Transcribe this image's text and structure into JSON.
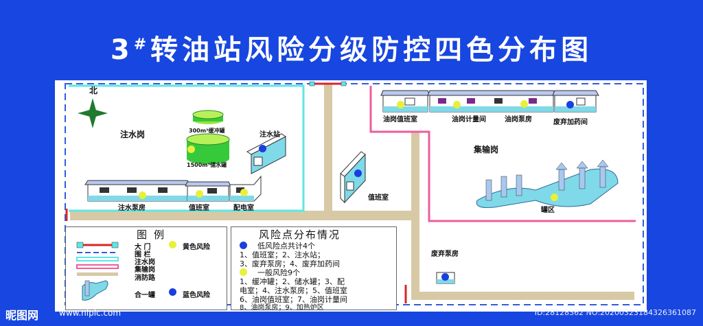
{
  "title": {
    "main": "3",
    "sup": "#",
    "rest": "转油站风险分级防控四色分布图"
  },
  "compass": {
    "label": "北"
  },
  "areas": {
    "water_injection": "注水岗",
    "gathering": "集输岗"
  },
  "buildings": {
    "tank_300": "300m³缓冲罐",
    "tank_1500": "1500m³储水罐",
    "water_station": "注水站",
    "pump_room": "注水泵房",
    "duty_room_1": "值班室",
    "power_room": "配电室",
    "duty_room_center": "值班室",
    "oil_duty_room": "油岗值班室",
    "oil_metering": "油岗计量间",
    "oil_pump": "油岗泵房",
    "waste_chem": "废弃加药间",
    "tank_area": "罐区",
    "waste_pump": "废弃泵房"
  },
  "legend": {
    "title": "图例",
    "gate": "大 门",
    "fence": "围 栏",
    "water_post": "注水岗",
    "gathering_post": "集输岗",
    "fire_road": "消防路",
    "tank": "合一罐",
    "yellow_label": "黄色风险",
    "blue_label": "蓝色风险"
  },
  "risk": {
    "title": "风险点分布情况",
    "low_header": "低风险点共计4个",
    "low_1": "1、值班室；2、注水站；",
    "low_2": "3、废弃泵房；4、废弃加药间",
    "general_header": "一般风险9个",
    "gen_1": "1、缓冲罐；2、储水罐；3、配",
    "gen_2": "电室；4、注水泵房；5、值班室",
    "gen_3": "6、油岗值班室；7、油岗计量间",
    "gen_4": "8、油岗泵房；9、加热炉区"
  },
  "colors": {
    "background": "#1846e0",
    "blue_risk": "#1a3fe0",
    "yellow_risk": "#e8f03a",
    "water_post_line": "#5ee6e6",
    "gathering_post_line": "#ee5d9b",
    "fence_line": "#2e5be0",
    "gate": "#d8262a",
    "fire_road": "#d8c9a6"
  },
  "watermark": {
    "site": "昵图网",
    "url": "www.nipic.com",
    "id": "ID:28128362 NO:20200323184326361087"
  }
}
